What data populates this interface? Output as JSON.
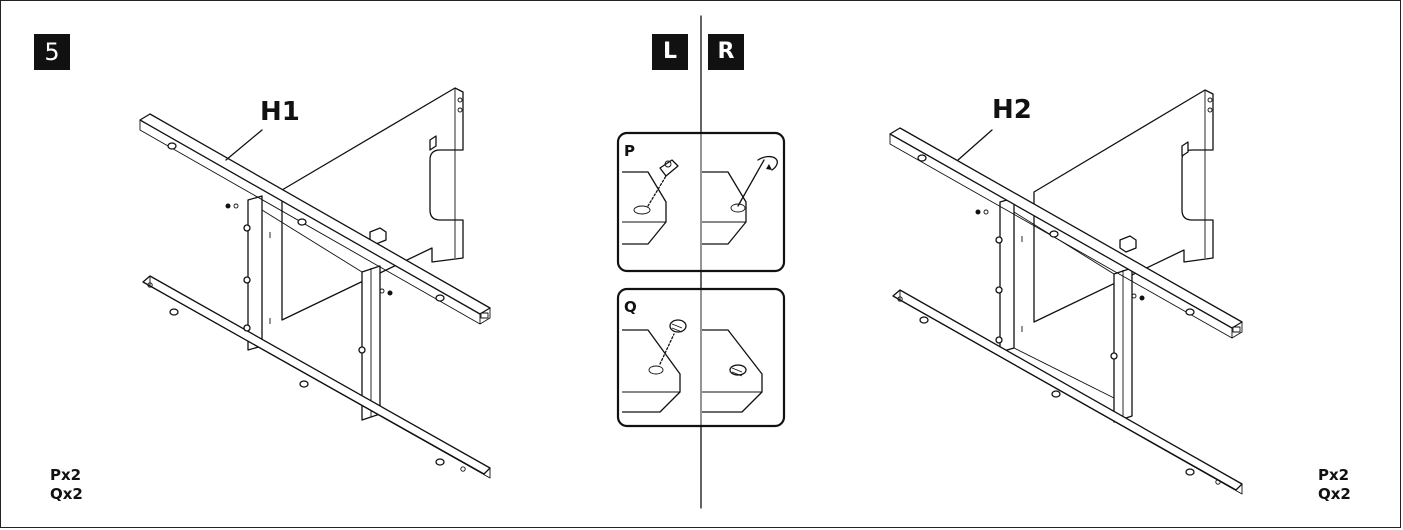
{
  "step": {
    "number": "5"
  },
  "sides": {
    "left": "L",
    "right": "R"
  },
  "panels": {
    "left": {
      "part_label": "H1",
      "parts": [
        "Px2",
        "Qx2"
      ]
    },
    "right": {
      "part_label": "H2",
      "parts": [
        "Px2",
        "Qx2"
      ]
    }
  },
  "details": {
    "p": {
      "label": "P"
    },
    "q": {
      "label": "Q"
    }
  },
  "colors": {
    "ink": "#111111",
    "background": "#ffffff"
  }
}
